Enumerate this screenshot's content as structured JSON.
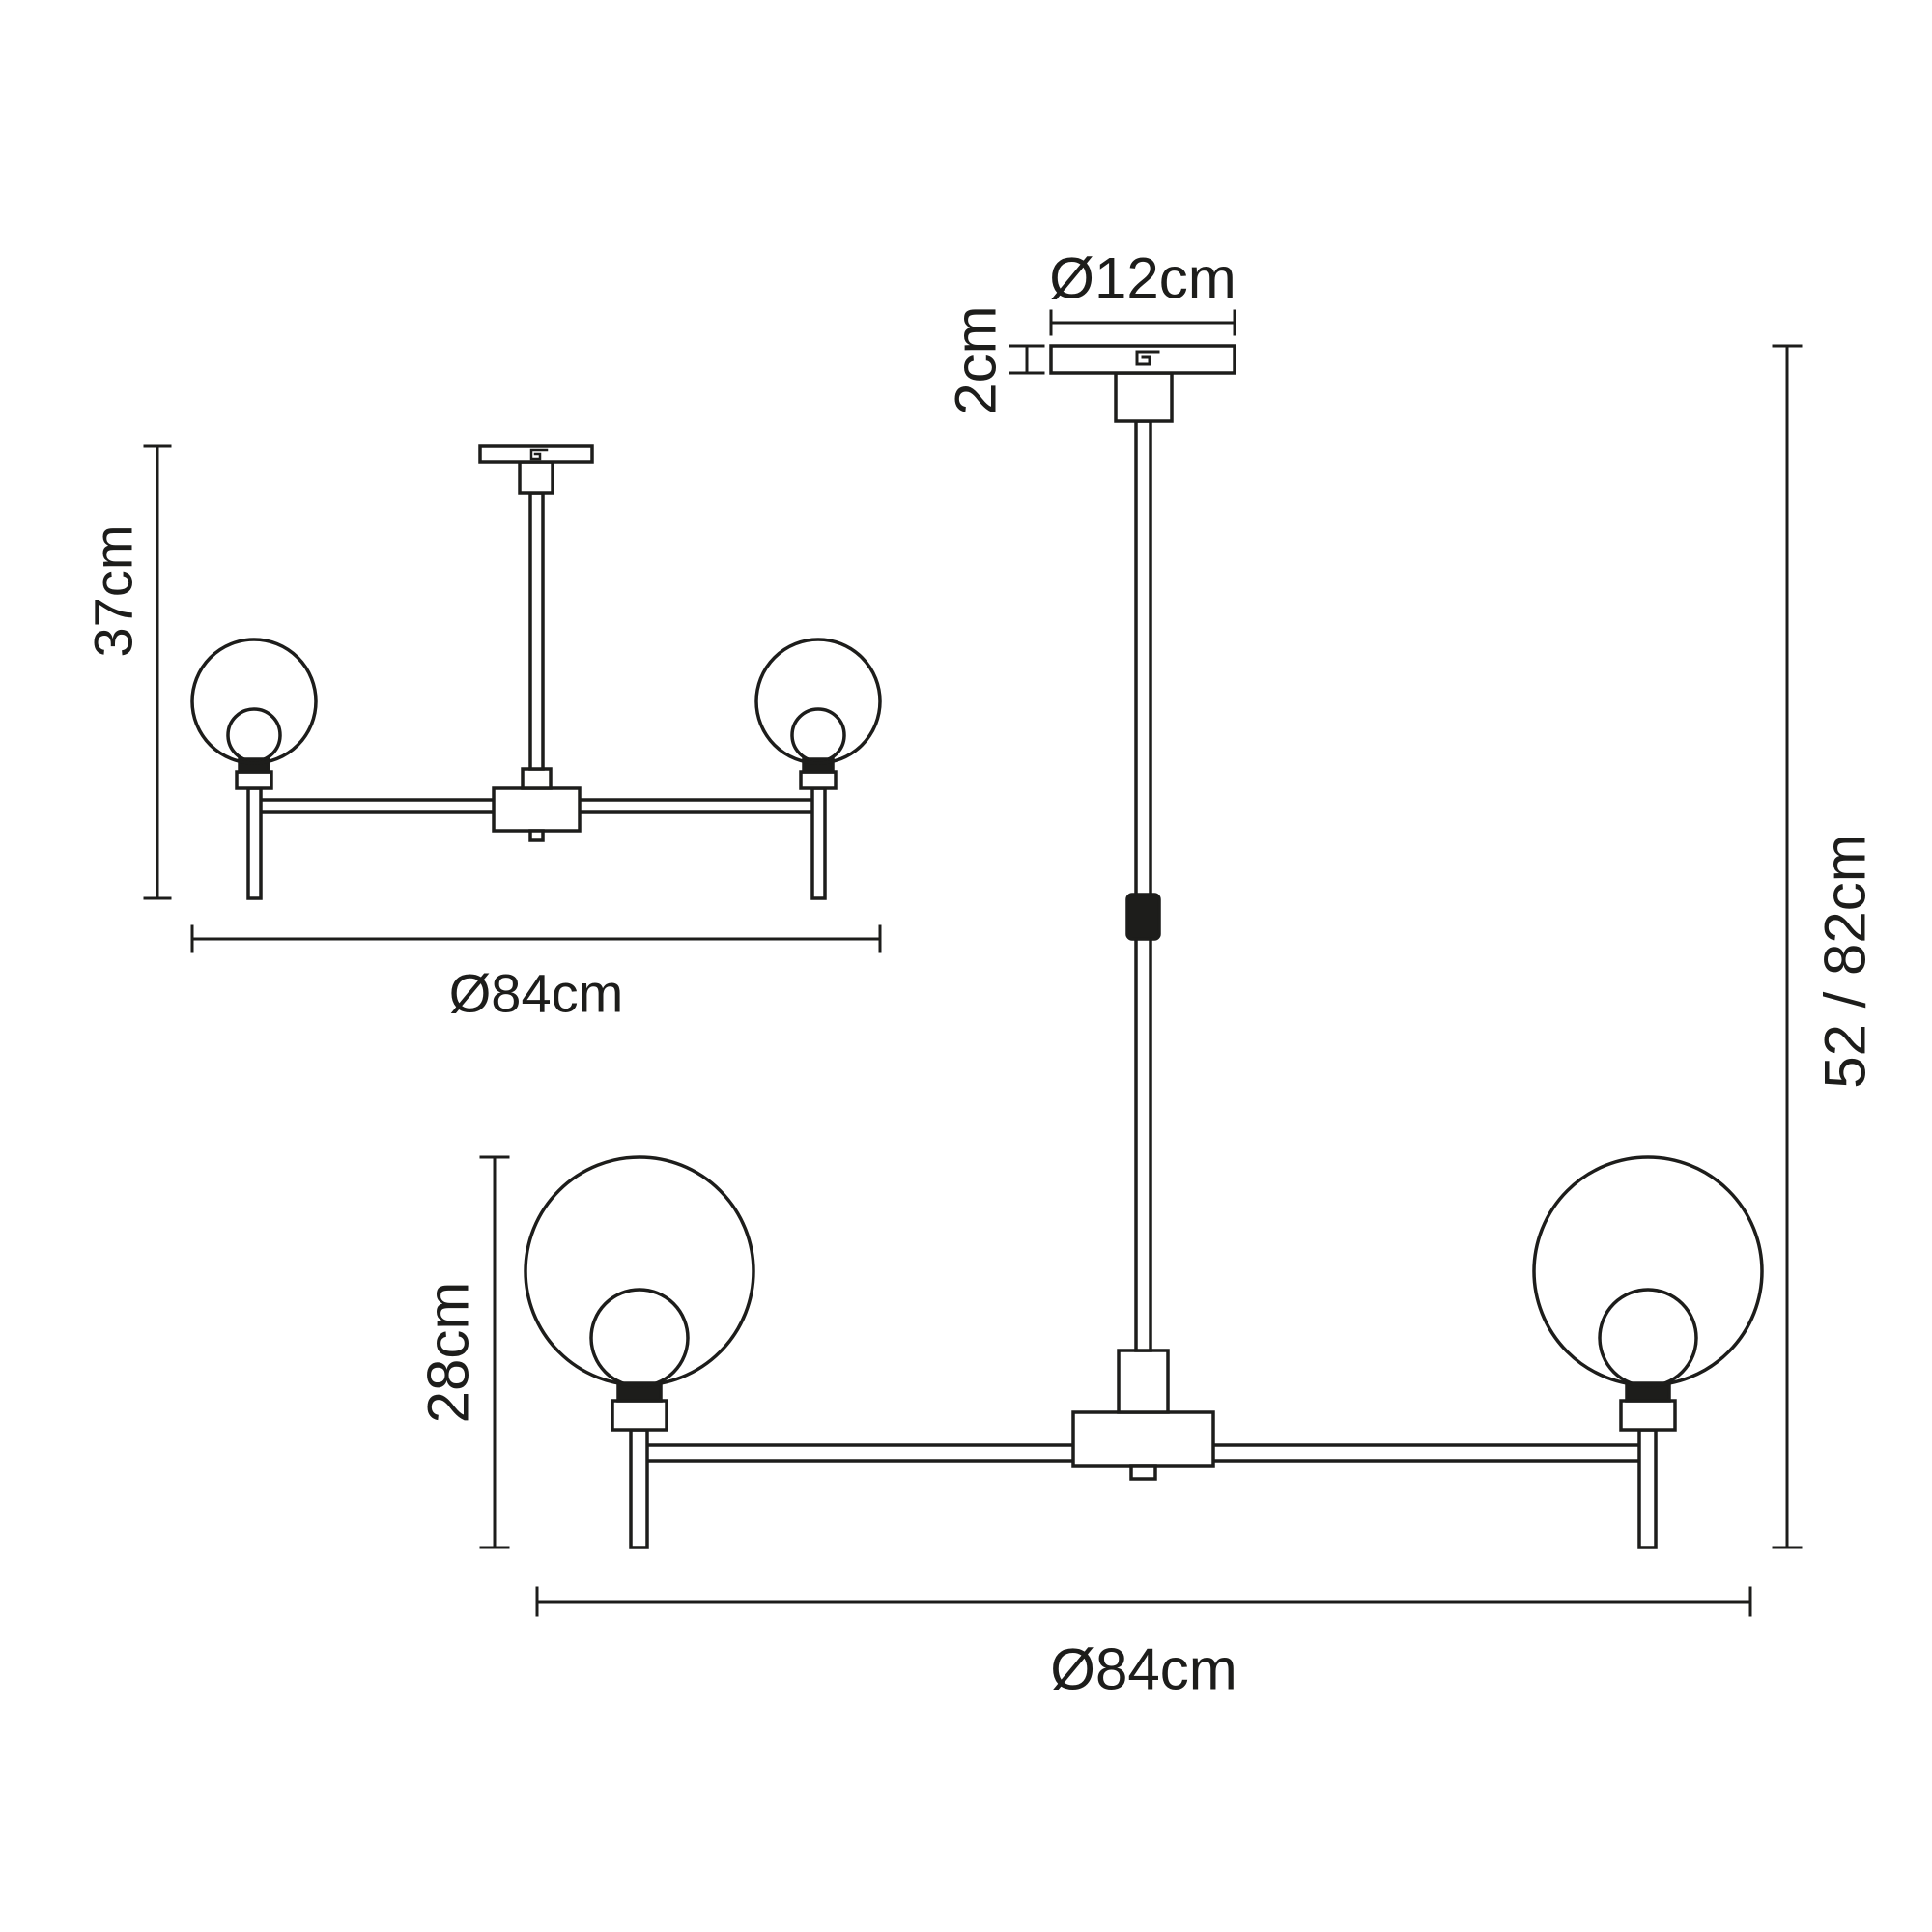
{
  "diagram": {
    "line_color": "#1d1d1b",
    "background_color": "#ffffff",
    "compact_view": {
      "height": "37cm",
      "diameter": "Ø84cm"
    },
    "pendant_view": {
      "canopy_diameter": "Ø12cm",
      "canopy_height": "2cm",
      "drop_range": "52 / 82cm",
      "body_height": "28cm",
      "diameter": "Ø84cm"
    }
  }
}
